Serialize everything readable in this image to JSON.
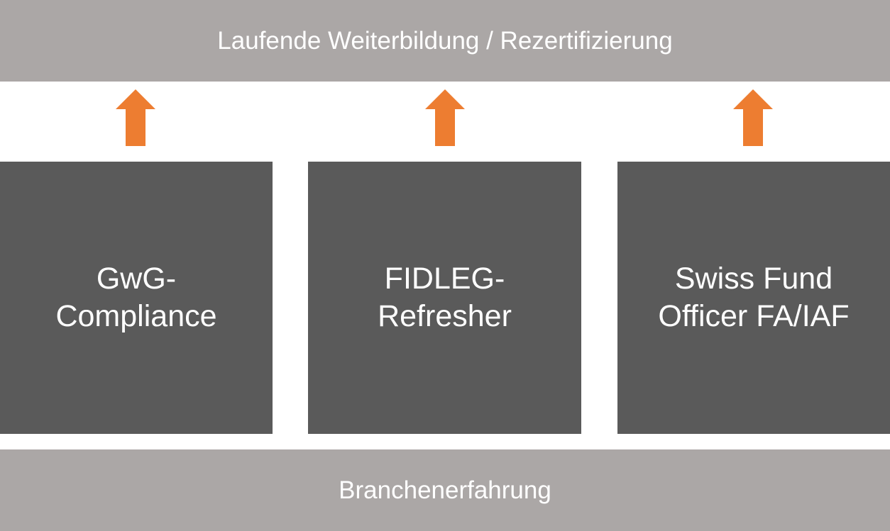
{
  "top_band": {
    "label": "Laufende Weiterbildung / Rezertifizierung"
  },
  "boxes": [
    {
      "line1": "GwG-",
      "line2": "Compliance"
    },
    {
      "line1": "FIDLEG-",
      "line2": "Refresher"
    },
    {
      "line1": "Swiss Fund",
      "line2": "Officer FA/IAF"
    }
  ],
  "bottom_band": {
    "label": "Branchenerfahrung"
  },
  "colors": {
    "band": "#aba7a6",
    "box": "#5a5a5a",
    "arrow": "#ed7d31",
    "text": "#ffffff"
  }
}
